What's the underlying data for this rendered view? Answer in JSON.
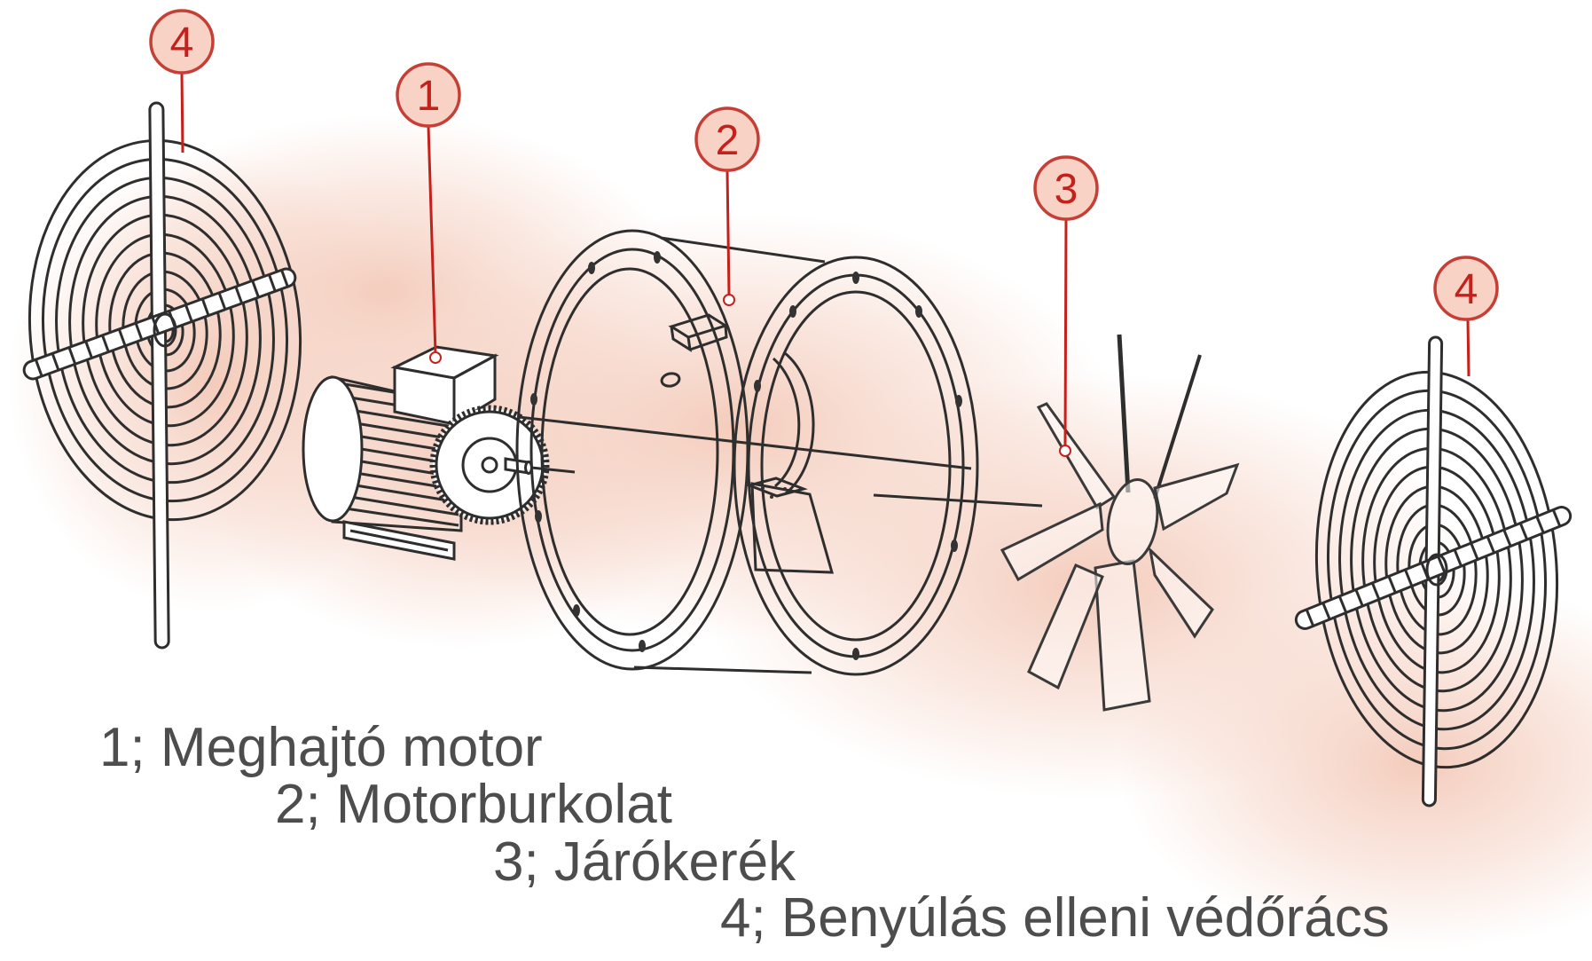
{
  "figure": {
    "type": "exploded-parts-diagram",
    "subject": "axial fan assembly"
  },
  "colors": {
    "background": "#ffffff",
    "outline": "#2e2e2e",
    "accent_red": "#c5211c",
    "callout_fill": "#f9d2c6",
    "callout_border": "#c63f36",
    "legend_text": "#4d4d4d",
    "wash_peach": "#f3c9b8"
  },
  "callouts": [
    {
      "number": "4"
    },
    {
      "number": "1"
    },
    {
      "number": "2"
    },
    {
      "number": "3"
    },
    {
      "number": "4"
    }
  ],
  "legend": {
    "items": [
      {
        "text": "1; Meghajtó motor"
      },
      {
        "text": "2; Motorburkolat"
      },
      {
        "text": "3; Járókerék"
      },
      {
        "text": "4; Benyúlás elleni védőrács"
      }
    ]
  }
}
